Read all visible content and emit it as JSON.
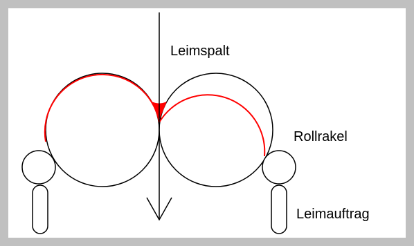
{
  "labels": {
    "nip": "Leimspalt",
    "doctor_roll": "Rollrakel",
    "glue_application": "Leimauftrag"
  },
  "colors": {
    "frame": "#c0c0c0",
    "line": "#000000",
    "glue": "#ff0000",
    "background": "#ffffff"
  }
}
